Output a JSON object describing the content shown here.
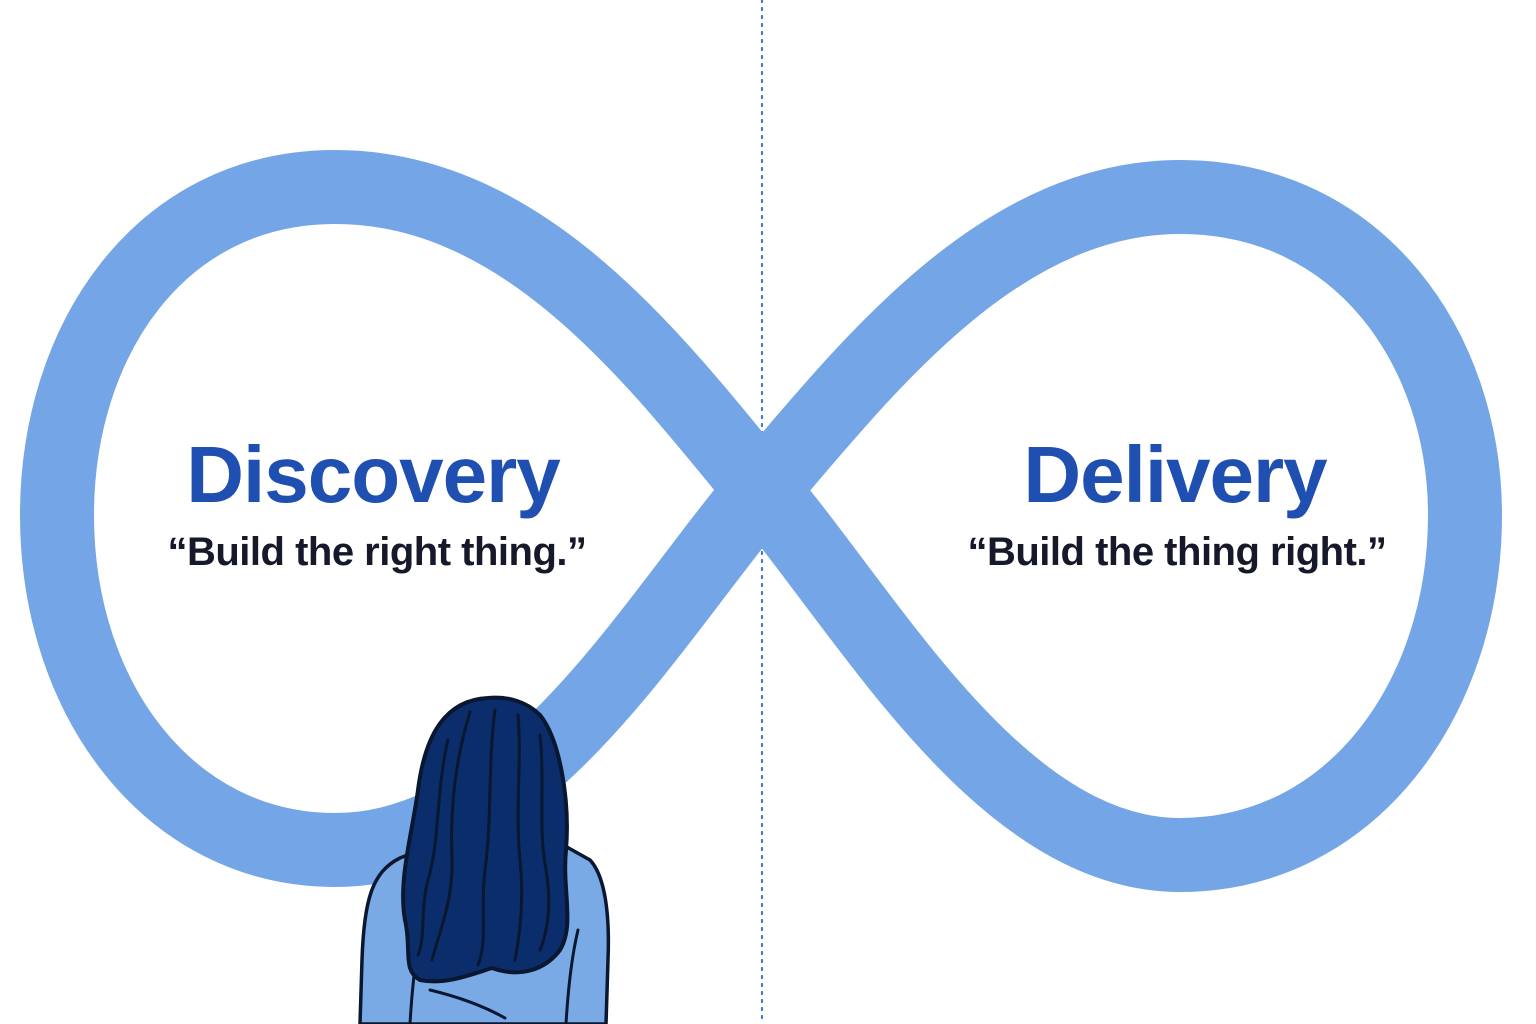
{
  "colors": {
    "loop": "#74a5e6",
    "title": "#1f4fb0",
    "quote": "#15192a",
    "divider": "#3b7fd0",
    "hair": "#0c2d6b",
    "hair_outline": "#0a1730",
    "sweater": "#7aaae6"
  },
  "discovery": {
    "title": "Discovery",
    "quote": "“Build the right thing.”"
  },
  "delivery": {
    "title": "Delivery",
    "quote": "“Build the thing right.”"
  },
  "figure": {
    "icon": "person-back-view-icon"
  }
}
